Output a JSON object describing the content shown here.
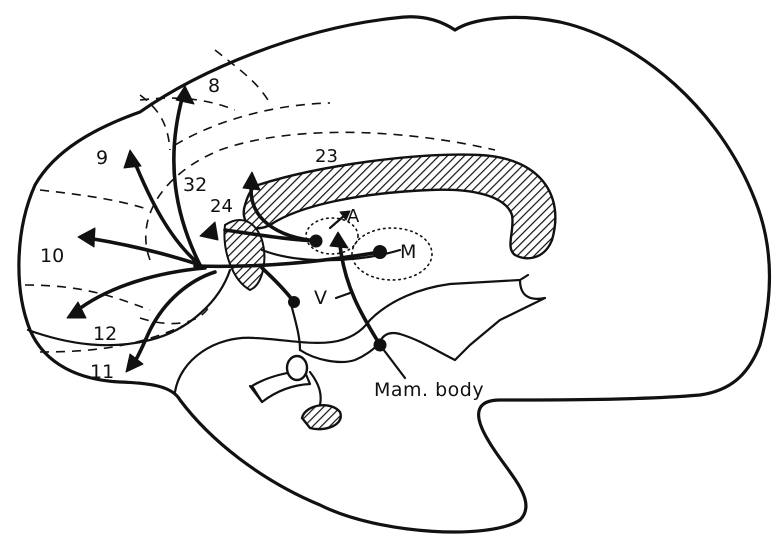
{
  "figure": {
    "area_labels": {
      "a8": "8",
      "a9": "9",
      "a10": "10",
      "a11": "11",
      "a12": "12",
      "a23": "23",
      "a24": "24",
      "a32": "32"
    },
    "nucleus_labels": {
      "anterior": "A",
      "medial": "M",
      "ventral": "V"
    },
    "caption": "Mam. body"
  }
}
